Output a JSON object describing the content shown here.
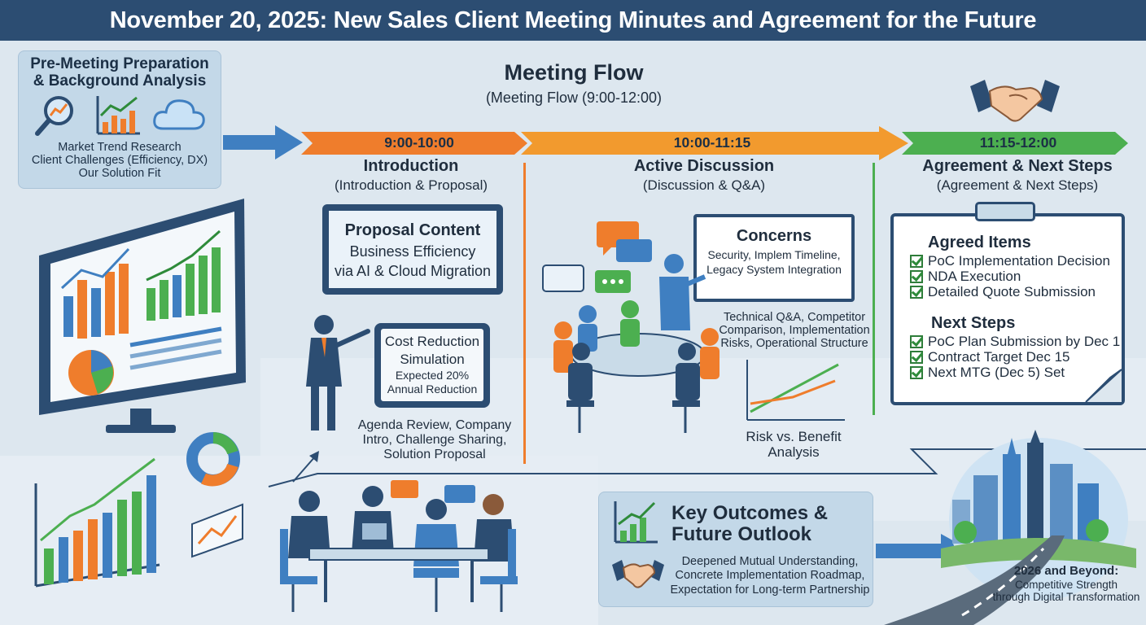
{
  "title": "November 20, 2025: New Sales Client Meeting Minutes and Agreement for the Future",
  "prep": {
    "title_line1": "Pre-Meeting Preparation",
    "title_line2": "& Background Analysis",
    "items": [
      "Market Trend Research",
      "Client Challenges (Efficiency, DX)",
      "Our Solution Fit"
    ]
  },
  "flow": {
    "title": "Meeting Flow",
    "subtitle": "(Meeting Flow (9:00-12:00)"
  },
  "phases": [
    {
      "time": "9:00-10:00",
      "title": "Introduction",
      "subtitle": "(Introduction & Proposal)",
      "color": "#ef7d2c"
    },
    {
      "time": "10:00-11:15",
      "title": "Active Discussion",
      "subtitle": "(Discussion & Q&A)",
      "color": "#f29a2e"
    },
    {
      "time": "11:15-12:00",
      "title": "Agreement & Next Steps",
      "subtitle": "(Agreement & Next Steps)",
      "color": "#4caf50"
    }
  ],
  "proposal": {
    "title": "Proposal Content",
    "line1": "Business Efficiency",
    "line2": "via AI & Cloud Migration"
  },
  "cost": {
    "line1": "Cost Reduction",
    "line2": "Simulation",
    "line3": "Expected 20%",
    "line4": "Annual Reduction"
  },
  "intro_notes": [
    "Agenda Review, Company",
    "Intro, Challenge Sharing,",
    "Solution Proposal"
  ],
  "concerns": {
    "title": "Concerns",
    "line1": "Security, Implem Timeline,",
    "line2": "Legacy System Integration"
  },
  "qa_notes": [
    "Technical Q&A, Competitor",
    "Comparison, Implementation",
    "Risks, Operational Structure"
  ],
  "risk": [
    "Risk vs. Benefit",
    "Analysis"
  ],
  "agreement": {
    "agreed_title": "Agreed Items",
    "agreed": [
      "PoC Implementation Decision",
      "NDA Execution",
      "Detailed Quote Submission"
    ],
    "next_title": "Next Steps",
    "next": [
      "PoC Plan Submission by Dec 1",
      "Contract Target Dec 15",
      "Next MTG (Dec 5) Set"
    ]
  },
  "outcomes": {
    "title_line1": "Key Outcomes &",
    "title_line2": "Future Outlook",
    "items": [
      "Deepened Mutual Understanding,",
      "Concrete Implementation Roadmap,",
      "Expectation for Long-term Partnership"
    ]
  },
  "future": {
    "line1": "2026 and Beyond:",
    "line2": "Competitive Strength",
    "line3": "through Digital Transformation"
  },
  "colors": {
    "header": "#2c4d72",
    "navy": "#2c4d72",
    "blue": "#3f7fc1",
    "orange": "#ef7d2c",
    "green": "#4caf50"
  }
}
